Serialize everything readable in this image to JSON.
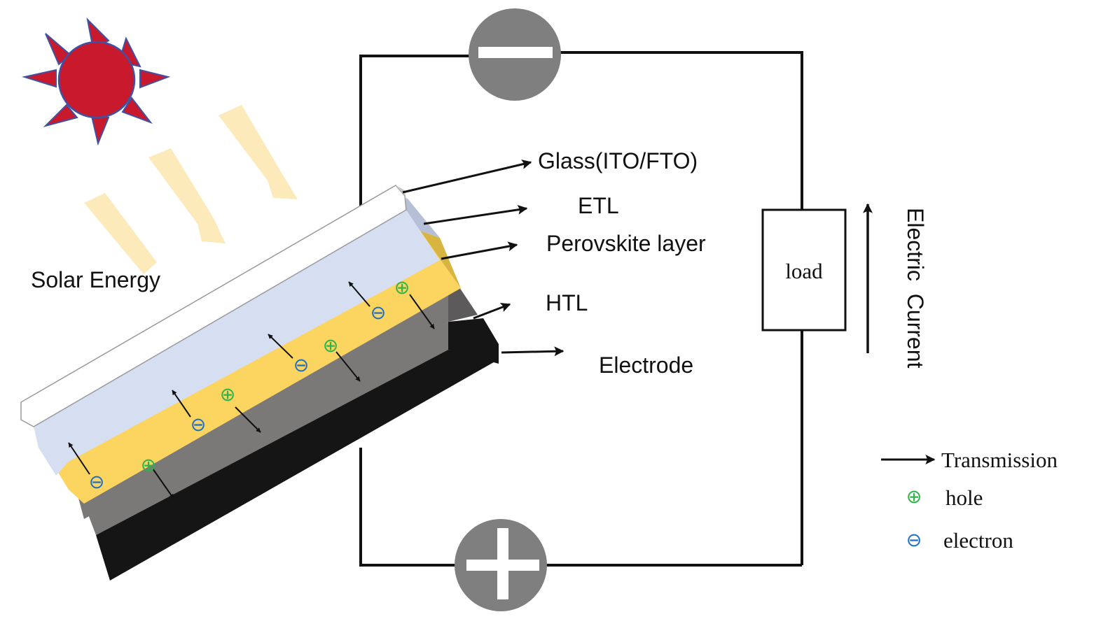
{
  "labels": {
    "solar_energy": "Solar Energy",
    "glass": "Glass(ITO/FTO)",
    "etl": "ETL",
    "perovskite": "Perovskite layer",
    "htl": "HTL",
    "electrode": "Electrode",
    "load": "load",
    "electric_current": "Electric  Current"
  },
  "terminals": {
    "negative": "−",
    "positive": "+"
  },
  "legend": {
    "transmission": "Transmission",
    "hole_symbol": "⊕",
    "hole": "hole",
    "electron_symbol": "⊖",
    "electron": "electron"
  },
  "colors": {
    "sun": "#c8192d",
    "sun_outline": "#3f51a3",
    "ray": "#fde8b4",
    "glass": "#ffffff",
    "etl": "#d6dff2",
    "perovskite": "#fcd560",
    "htl": "#7b7878",
    "electrode": "#151515",
    "terminal": "#7f7f7f",
    "hole": "#2fb34a",
    "electron": "#1f6fc4",
    "wire": "#111111"
  }
}
